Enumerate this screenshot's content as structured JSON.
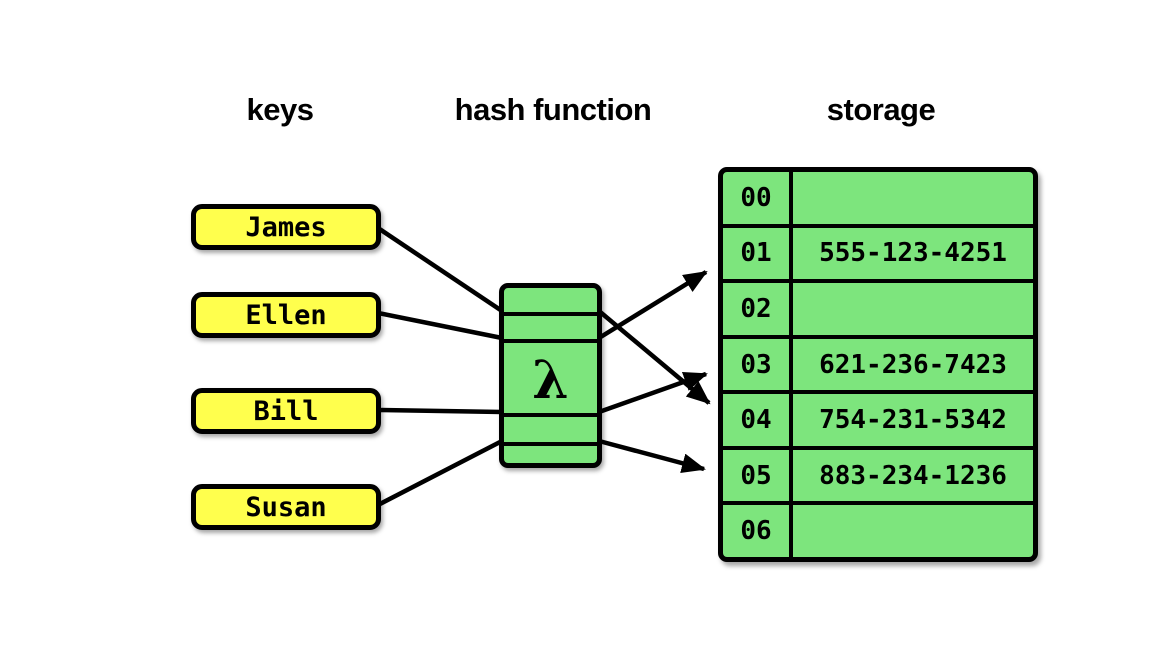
{
  "headers": {
    "keys": "keys",
    "hash_function": "hash function",
    "storage": "storage"
  },
  "keys": {
    "items": [
      {
        "label": "James"
      },
      {
        "label": "Ellen"
      },
      {
        "label": "Bill"
      },
      {
        "label": "Susan"
      }
    ]
  },
  "hash": {
    "symbol": "λ"
  },
  "storage": {
    "rows": [
      {
        "index": "00",
        "value": ""
      },
      {
        "index": "01",
        "value": "555-123-4251"
      },
      {
        "index": "02",
        "value": ""
      },
      {
        "index": "03",
        "value": "621-236-7423"
      },
      {
        "index": "04",
        "value": "754-231-5342"
      },
      {
        "index": "05",
        "value": "883-234-1236"
      },
      {
        "index": "06",
        "value": ""
      }
    ]
  },
  "connections": [
    {
      "from": "James",
      "to_slot": "04",
      "value": "754-231-5342"
    },
    {
      "from": "Ellen",
      "to_slot": "01",
      "value": "555-123-4251"
    },
    {
      "from": "Bill",
      "to_slot": "03",
      "value": "621-236-7423"
    },
    {
      "from": "Susan",
      "to_slot": "05",
      "value": "883-234-1236"
    }
  ],
  "colors": {
    "key_fill": "#ffff4d",
    "cell_fill": "#7de57d",
    "stroke": "#000000",
    "background": "#ffffff"
  }
}
